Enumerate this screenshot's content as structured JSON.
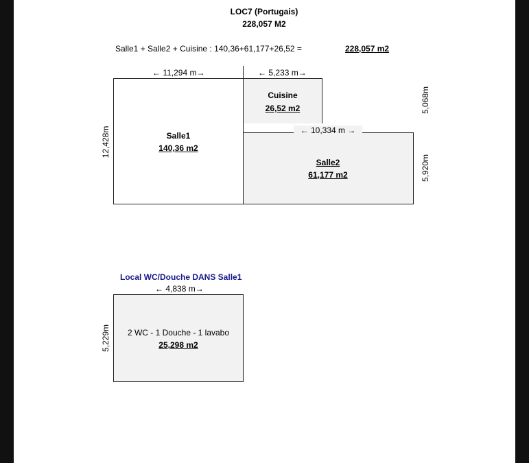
{
  "header": {
    "title": "LOC7 (Portugais)",
    "total": "228,057 M2"
  },
  "formula": {
    "text": "Salle1 + Salle2 + Cuisine :  140,36+61,177+26,52 =",
    "result": "228,057 m2"
  },
  "plan": {
    "dim_salle1_width": "← 11,294 m→",
    "dim_cuisine_width": "← 5,233 m→",
    "dim_salle2_width": "← 10,334 m →",
    "dim_salle1_height": "12,428m",
    "dim_cuisine_height": "5,068m",
    "dim_salle2_height": "5,920m",
    "salle1": {
      "name": "Salle1",
      "area": "140,36 m2"
    },
    "cuisine": {
      "name": "Cuisine",
      "area": "26,52 m2"
    },
    "salle2": {
      "name": "Salle2",
      "area": "61,177 m2"
    }
  },
  "wc": {
    "title": "Local WC/Douche DANS Salle1",
    "dim_width": "← 4,838 m→",
    "dim_height": "5,229m",
    "description": "2 WC - 1 Douche - 1 lavabo",
    "area": "25,298 m2"
  },
  "colors": {
    "frame_band": "#111111",
    "room_fill": "#f2f2f2",
    "wc_title": "#1a1a8c"
  }
}
